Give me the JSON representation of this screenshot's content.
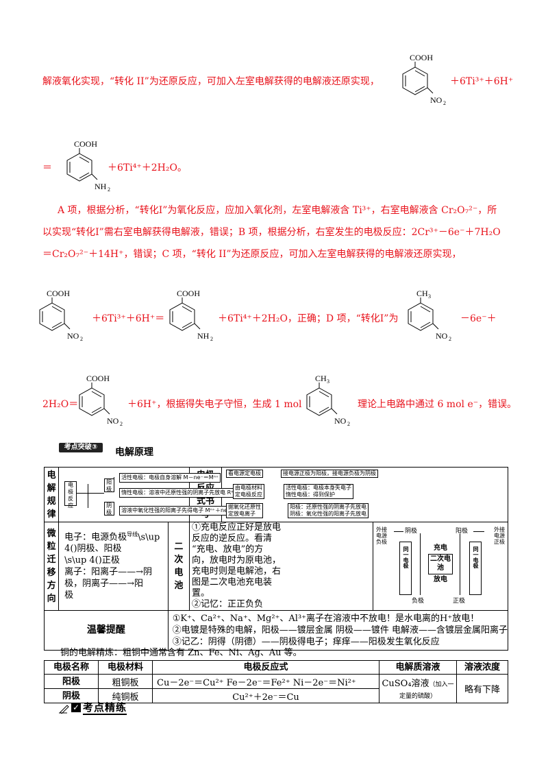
{
  "line1": {
    "text": "解液氧化实现，“转化 II”为还原反应，可加入左室电解获得的电解液还原实现，",
    "tail": "＋6Ti³⁺＋6H⁺"
  },
  "line2": {
    "eq": "＝",
    "tail": "＋6Ti⁴⁺＋2H₂O。"
  },
  "para1": "A 项，根据分析，“转化Ⅰ”为氧化反应，应加入氧化剂，左室电解液含 Ti³⁺，右室电解液含 Cr₂O₇²⁻，所",
  "para2": "以实现“转化Ⅰ”需右室电解获得电解液，错误；B 项，根据分析，右室发生的电极反应：2Cr³⁺－6e⁻＋7H₂O",
  "para3": "＝Cr₂O₇²⁻＋14H⁺，错误；C 项，“转化 II”为还原反应，可加入左室电解获得的电解液还原实现，",
  "line3": {
    "a": "＋6Ti³⁺＋6H⁺＝",
    "b": "＋6Ti⁴⁺＋2H₂O，正确；D 项，“转化Ⅰ”为",
    "c": "－6e⁻＋"
  },
  "line4": {
    "a": "2H₂O＝",
    "b": "＋6H⁺，根据得失电子守恒，生成 1 mol",
    "c": "理论上电路中通过 6 mol  e⁻，错误。"
  },
  "mol_labels": {
    "cooh": "COOH",
    "no2": "NO",
    "no2_sub": "2",
    "nh2": "NH",
    "nh2_sub": "2",
    "ch3": "CH",
    "ch3_sub": "3"
  },
  "section": {
    "badge": "考点突破③",
    "title": "电解原理"
  },
  "table1": {
    "rule_label": [
      "电",
      "解",
      "规",
      "律"
    ],
    "anode_label": "阳极",
    "cathode_label": "阴极",
    "electrode_label": "电极反应",
    "rule_items": [
      "活性电极：电极自身溶解  M－ne⁻＝Mⁿ⁺",
      "惰性电极：溶液中还原性强的阴离子先放电  Rⁿ⁻－ne⁻＝R",
      "溶液中氧化性强的阳离子先得电子  Mⁿ⁺＋ne⁻＝M"
    ],
    "write_label": [
      "电极",
      "反应",
      "式书",
      "写"
    ],
    "write_items": [
      "看电源定电极",
      "接电源正极为阳极，接电源负极为阴极",
      "由电极材料",
      "定电极反应",
      "活性电极：电极本身失电子",
      "惰性电极：得到保护",
      "据氧化还原性",
      "定放电离子",
      "阳极：还原性强的阴离子先放电",
      "阴极：氧化性强的阳离子先放电"
    ],
    "micro_label": [
      "微",
      "粒",
      "迁",
      "移",
      "方",
      "向"
    ],
    "micro_electron": "电子：电源负极",
    "micro_electron2": "\\s\\up 4()阴极、阳极",
    "micro_electron3": "\\s\\up 4()正极",
    "micro_tiny": "导线",
    "micro_ion": "离子：阳离子——→阴极，阴离子——→阳",
    "micro_ion2": "极",
    "second_label": [
      "二",
      "次",
      "电",
      "池"
    ],
    "second_text": [
      "①充电反应正好是放电",
      "反应的逆反应。看清",
      "“充电、放电”的方",
      "向，放电时为原电池，",
      "充电时则是电解池，右",
      "图是二次电池充电装",
      "置。",
      "②记忆：正正负负"
    ],
    "diagram": {
      "left_top": "外接",
      "left_mid": "电源",
      "left_bottom": "负极",
      "right_top": "外接",
      "right_mid": "电源",
      "right_bottom": "正极",
      "yin": "阴极",
      "yang": "阳极",
      "charge": "充电",
      "battery": "二次电池",
      "discharge": "放电",
      "neg": "负极",
      "pos": "正极",
      "same_left": "同一电极",
      "same_right": "同一电极"
    },
    "tip_label": "温馨提醒",
    "tips": [
      "①K⁺、Ca²⁺、Na⁺、Mg²⁺、Al³⁺离子在溶液中不放电！是水电离的H⁺放电！",
      "②电镀是特殊的电解，阳极——镀层金属    阴极——镀件      电解液——含镀层金属阳离子",
      "③记乙：阴得（阴德）——阴极得电子；痒痒——阳极发生氧化反应"
    ]
  },
  "refine_intro": "铜的电解精炼：粗铜中通常含有 Zn、Fe、Ni、Ag、Au 等。",
  "table2": {
    "headers": [
      "电极名称",
      "电极材料",
      "电极反应式",
      "电解质溶液",
      "溶液浓度"
    ],
    "rows": [
      {
        "name": "阳极",
        "material": "粗铜板",
        "reaction": "Cu－2e⁻＝Cu²⁺    Fe－2e⁻＝Fe²⁺    Ni－2e⁻＝Ni²⁺"
      },
      {
        "name": "阴极",
        "material": "纯铜板",
        "reaction": "Cu²⁺＋2e⁻＝Cu"
      }
    ],
    "electrolyte": "CuSO₄溶液",
    "electrolyte_note": "（加入一定量的硫酸）",
    "concentration": "略有下降"
  },
  "practice_title": "考点精练"
}
